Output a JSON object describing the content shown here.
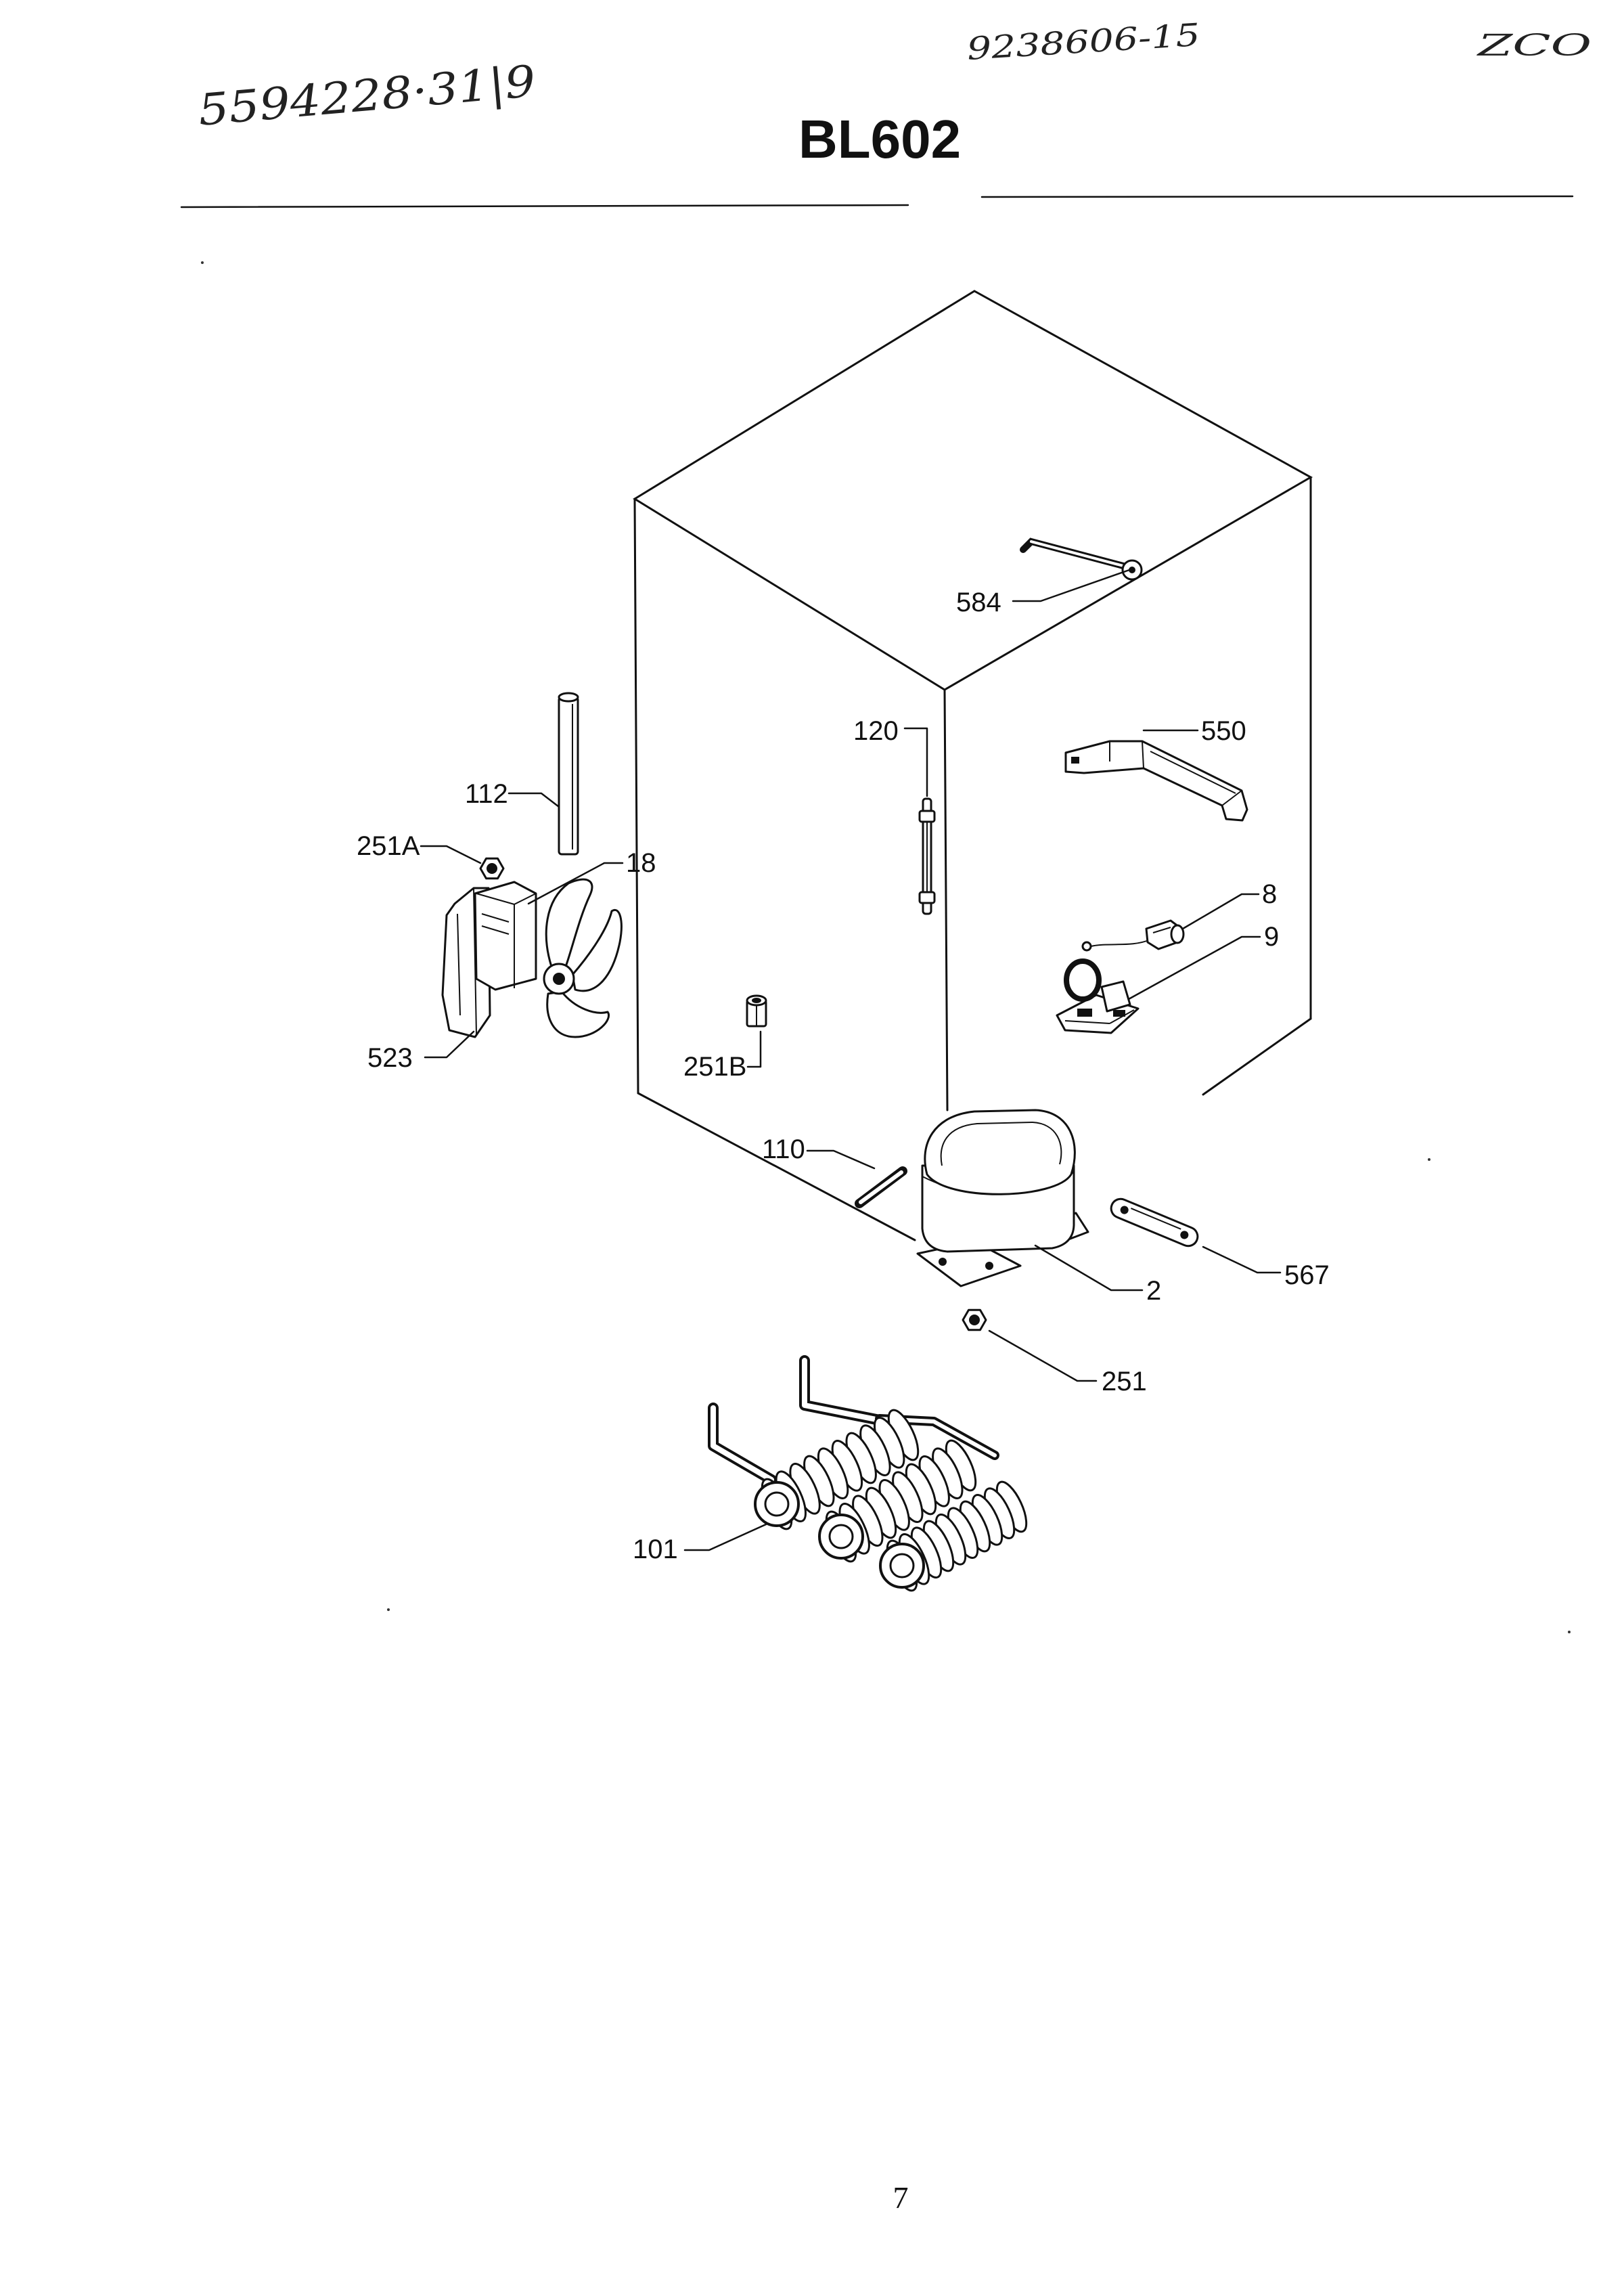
{
  "notes": {
    "top_left": "5594228·31|9",
    "top_center": "9238606-15",
    "top_right": "ZCO"
  },
  "title": "BL602",
  "parts": [
    {
      "label": "584"
    },
    {
      "label": "120"
    },
    {
      "label": "550"
    },
    {
      "label": "112"
    },
    {
      "label": "251A"
    },
    {
      "label": "18"
    },
    {
      "label": "523"
    },
    {
      "label": "251B"
    },
    {
      "label": "8"
    },
    {
      "label": "9"
    },
    {
      "label": "110"
    },
    {
      "label": "2"
    },
    {
      "label": "567"
    },
    {
      "label": "251"
    },
    {
      "label": "101"
    }
  ],
  "page_number": "7"
}
